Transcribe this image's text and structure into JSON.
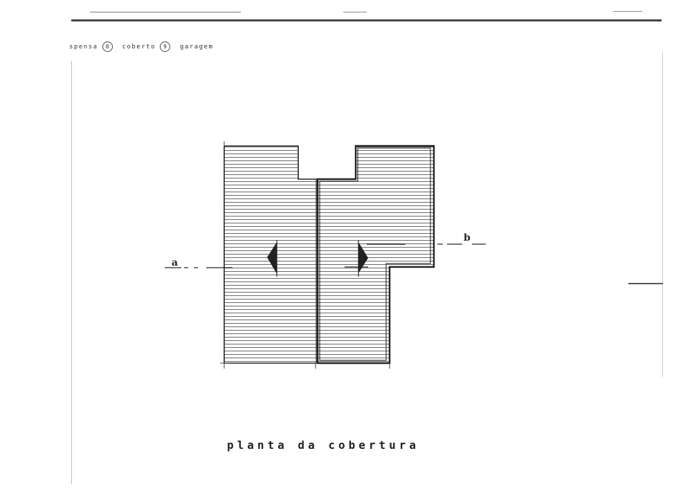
{
  "legend": {
    "items": [
      {
        "label": "spensa",
        "number": "8"
      },
      {
        "label": "coberto",
        "number": "9"
      },
      {
        "label": "garagem",
        "number": ""
      }
    ]
  },
  "sections": {
    "a_label": "a",
    "b_label": "b"
  },
  "title": "planta da cobertura",
  "colors": {
    "ink": "#222222",
    "hatch": "#555555",
    "paper": "#ffffff"
  }
}
